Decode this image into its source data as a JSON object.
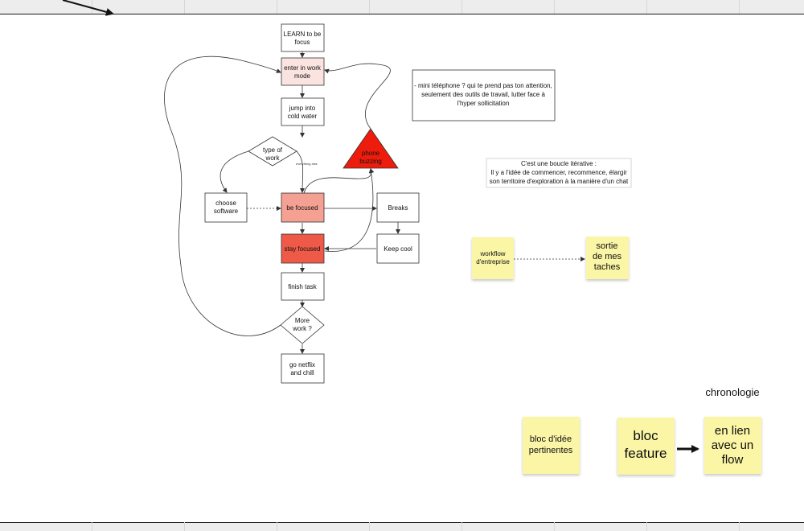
{
  "nodes": {
    "learn": [
      "LEARN to be",
      "focus"
    ],
    "enter": [
      "enter in work",
      "mode"
    ],
    "jump": [
      "jump into",
      "cold water"
    ],
    "type": [
      "type of",
      "work"
    ],
    "phone": [
      "phone",
      "buzzing"
    ],
    "choose": [
      "choose",
      "software"
    ],
    "focused": [
      "be focused"
    ],
    "breaks": [
      "Breaks"
    ],
    "stay": [
      "stay focused"
    ],
    "cool": [
      "Keep cool"
    ],
    "finish": [
      "finish task"
    ],
    "more": [
      "More",
      "work ?"
    ],
    "netflix": [
      "go netflix",
      "and chill"
    ]
  },
  "edge_labels": {
    "everything_else": "everything else"
  },
  "notes": {
    "phone_note": [
      "- mini téléphone ? qui te prend pas ton attention,",
      "seulement des outils de travail, lutter face à",
      "l'hyper sollicitation"
    ],
    "loop_note": [
      "C'est une boucle itérative :",
      "Il y a l'idée de commencer, recommence, élargir",
      "son territoire d'exploration à la manière d'un chat"
    ]
  },
  "stickies": {
    "workflow": [
      "workflow",
      "d'entreprise"
    ],
    "sortie": [
      "sortie",
      "de mes",
      "taches"
    ],
    "bloc_idee": [
      "bloc d'idée",
      "pertinentes"
    ],
    "bloc_feature": [
      "bloc",
      "feature"
    ],
    "en_lien": [
      "en lien",
      "avec un",
      "flow"
    ]
  },
  "labels": {
    "chronologie": "chronologie"
  },
  "colors": {
    "enter_fill": "#fbe3e0",
    "focused_fill": "#f4a093",
    "stay_fill": "#ee5a47",
    "phone_fill": "#ee1c0c",
    "sticky_fill": "#fbf5a6"
  }
}
